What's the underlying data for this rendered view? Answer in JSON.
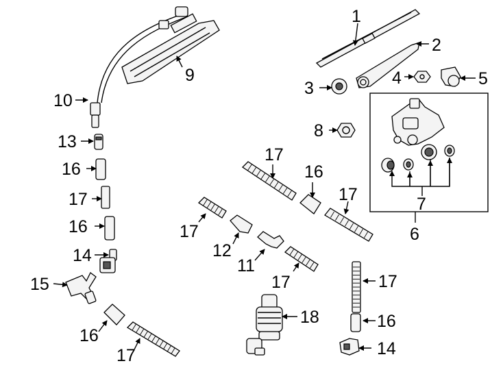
{
  "diagram": {
    "callouts": {
      "c1": "1",
      "c2": "2",
      "c3": "3",
      "c4": "4",
      "c5": "5",
      "c6": "6",
      "c7": "7",
      "c8": "8",
      "c9": "9",
      "c10": "10",
      "c11": "11",
      "c12": "12",
      "c13": "13",
      "c14a": "14",
      "c14b": "14",
      "c15": "15",
      "c16a": "16",
      "c16b": "16",
      "c16c": "16",
      "c16d": "16",
      "c16e": "16",
      "c17a": "17",
      "c17b": "17",
      "c17c": "17",
      "c17d": "17",
      "c17e": "17",
      "c17f": "17",
      "c17g": "17",
      "c18": "18"
    }
  }
}
